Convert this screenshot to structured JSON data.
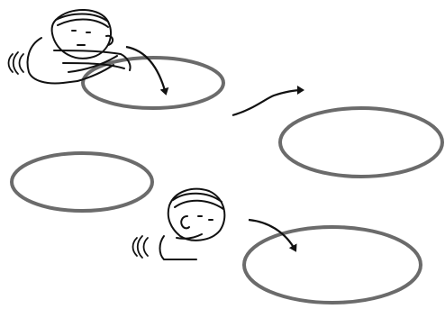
{
  "diagram": {
    "colors": {
      "ellipse_stroke": "#6b6b6b",
      "ink": "#111111",
      "background": "#ffffff"
    },
    "figures": [
      {
        "name": "figure-top",
        "pose": "leaning-over-edge",
        "icon": "swimmer-leaning-icon"
      },
      {
        "name": "figure-bottom",
        "pose": "head-above-water",
        "icon": "swimmer-head-icon"
      }
    ],
    "ellipses": [
      "pool-top-left",
      "pool-middle-right",
      "pool-middle-left",
      "pool-bottom-right"
    ],
    "arrows": [
      "arrow-into-top-pool",
      "arrow-between-pools",
      "arrow-into-bottom-pool"
    ],
    "motion_marks": [
      "motion-lines-top",
      "motion-lines-bottom"
    ]
  }
}
